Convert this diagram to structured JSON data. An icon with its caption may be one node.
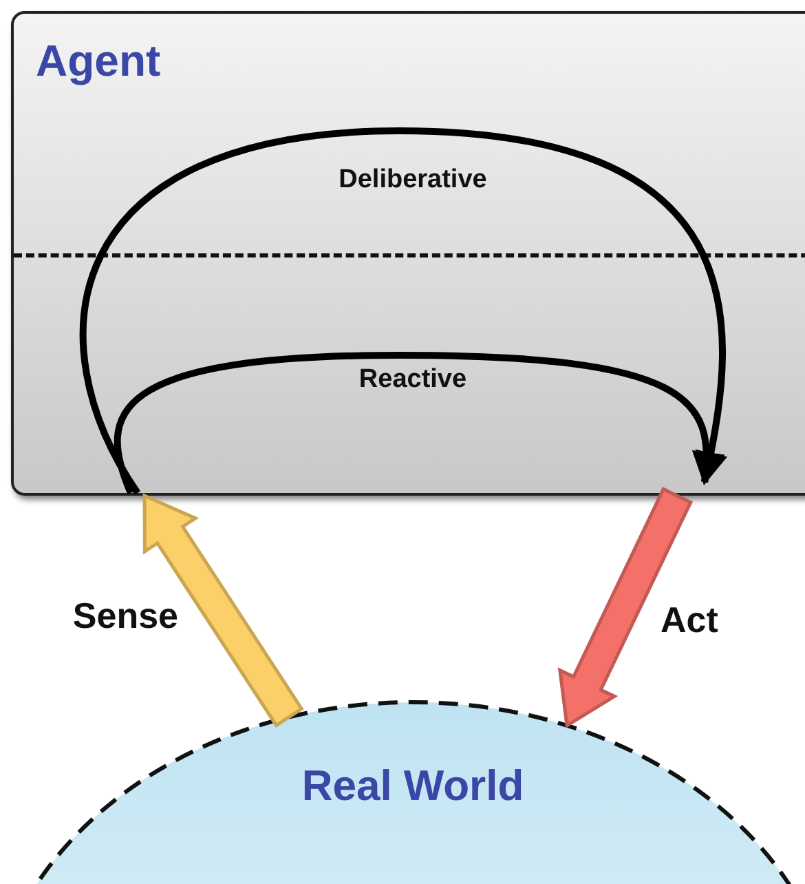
{
  "diagram": {
    "nodes": [
      {
        "text": [
          "Agent"
        ]
      },
      {
        "text": [
          "Real World"
        ]
      }
    ],
    "edges": [
      {
        "from": 1,
        "to": 0,
        "arrow": "to",
        "label": "Sense",
        "color": "#fcd068"
      },
      {
        "from": 0,
        "to": 1,
        "arrow": "to",
        "label": "Act",
        "color": "#f47169"
      },
      {
        "from": 0,
        "to": 0,
        "arrow": "to",
        "label": "Deliberative"
      },
      {
        "from": 0,
        "to": 0,
        "arrow": "to",
        "label": "Reactive"
      }
    ]
  }
}
